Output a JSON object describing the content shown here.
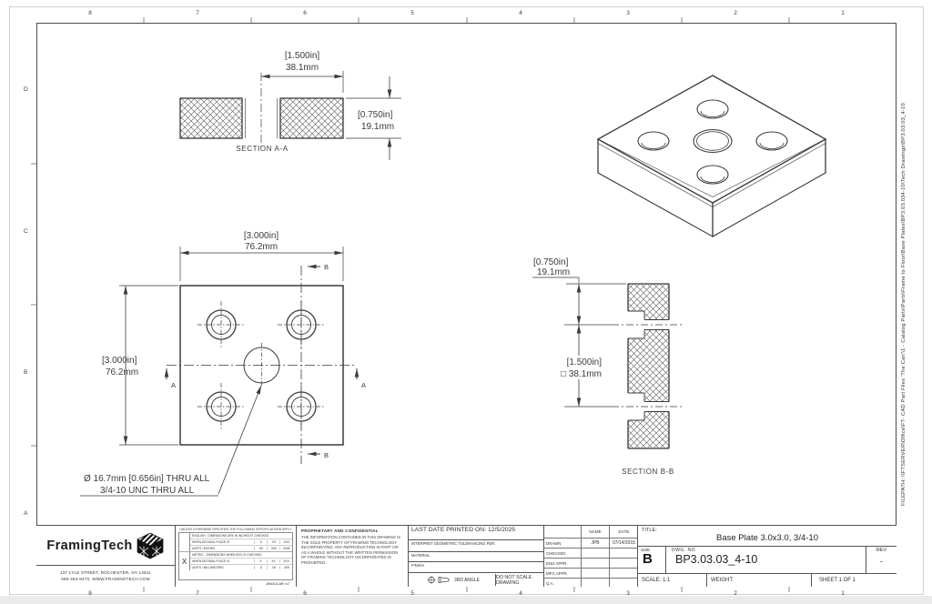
{
  "zones": {
    "top": [
      "8",
      "7",
      "6",
      "5",
      "4",
      "3",
      "2",
      "1"
    ],
    "bottom": [
      "8",
      "7",
      "6",
      "5",
      "4",
      "3",
      "2",
      "1"
    ],
    "left": [
      "D",
      "C",
      "B",
      "A"
    ]
  },
  "filepath": "FILEPATH: \\\\FTSERVER\\Office\\FT- CAD Part Files 'The Can'\\1 - Catalog Parts\\Parts\\Frame to Floor\\Base Plates\\BP3.03.034-10\\Tech Drawings\\BP3.03.03_4-10",
  "views": {
    "section_aa": {
      "label": "SECTION A-A",
      "width_in": "[1.500in]",
      "width_mm": "38.1mm",
      "thick_in": "[0.750in]",
      "thick_mm": "19.1mm"
    },
    "front": {
      "width_in": "[3.000in]",
      "width_mm": "76.2mm",
      "height_in": "[3.000in]",
      "height_mm": "76.2mm",
      "cut_a": "A",
      "cut_b": "B",
      "note1": "Ø 16.7mm [0.656in] THRU ALL",
      "note2": "3/4-10 UNC  THRU ALL"
    },
    "section_bb": {
      "label": "SECTION B-B",
      "edge_in": "[0.750in]",
      "edge_mm": "19.1mm",
      "pitch_in": "[1.500in]",
      "pitch_mm": "□ 38.1mm"
    }
  },
  "title_block": {
    "logo": {
      "name": "FramingTech",
      "address_line1": "137 LYLE STREET, ROCHESTER, NY 14611",
      "address_line2": "585-464-8470, WWW.FRAMINGTECH.COM"
    },
    "tolerances": {
      "header": "UNLESS OTHERWISE SPECIFIED THE FOLLOWING SPECIFICATIONS APPLY",
      "english_label": "ENGLISH - DIMENSIONS ARE IN INCHES IF CHECKED",
      "metric_label": "METRIC - DIMENSIONS WHEN BOX IS CHECKED",
      "decimal_label": "WHEN DECIMAL PLACE IS",
      "units_english": "UNITS / INCHES",
      "units_metric": "UNITS / MILLIMETERS",
      "english_places": [
        ".X",
        ".XX",
        ".XXX"
      ],
      "english_values": [
        ".06",
        ".005",
        ".0005"
      ],
      "metric_places": [
        "X",
        "XX",
        "XXX"
      ],
      "metric_values": [
        ".5",
        ".05",
        ".005"
      ],
      "checkbox": "X",
      "angular": "ANGULAR ±1°"
    },
    "proprietary": {
      "heading": "PROPRIETARY AND CONFIDENTIAL",
      "body": "THE INFORMATION CONTAINED IN THIS DRAWING IS THE SOLE PROPERTY OF FRAMING TECHNOLOGY INCORPORATED.  ANY REPRODUCTION IN PART OR AS A WHOLE WITHOUT THE WRITTEN PERMISSION OF FRAMING TECHNOLOGY INCORPORATED IS PROHIBITED.",
      "date_printed": "LAST DATE PRINTED ON: 12/5/2025"
    },
    "info": {
      "interpret": "INTERPRET GEOMETRIC TOLERANCING PER:",
      "material_label": "MATERIAL",
      "finish_label": "FINISH",
      "angle_label": "3RD ANGLE",
      "no_scale": "DO NOT SCALE DRAWING"
    },
    "approvals": {
      "name_header": "NAME",
      "date_header": "DATE",
      "rows": [
        {
          "label": "DRAWN",
          "name": "JPB",
          "date": "07/14/2015"
        },
        {
          "label": "CHECKED",
          "name": "",
          "date": ""
        },
        {
          "label": "ENG APPR.",
          "name": "",
          "date": ""
        },
        {
          "label": "MFG APPR.",
          "name": "",
          "date": ""
        },
        {
          "label": "Q.A.",
          "name": "",
          "date": ""
        }
      ]
    },
    "title": {
      "label": "TITLE:",
      "value": "Base Plate 3.0x3.0, 3/4-10"
    },
    "size": {
      "label": "SIZE",
      "value": "B"
    },
    "dwg": {
      "label": "DWG.  NO.",
      "value": "BP3.03.03_4-10"
    },
    "rev": {
      "label": "REV",
      "value": "-"
    },
    "scale": "SCALE: 1:1",
    "weight": "WEIGHT:",
    "sheet": "SHEET 1 OF 1"
  }
}
